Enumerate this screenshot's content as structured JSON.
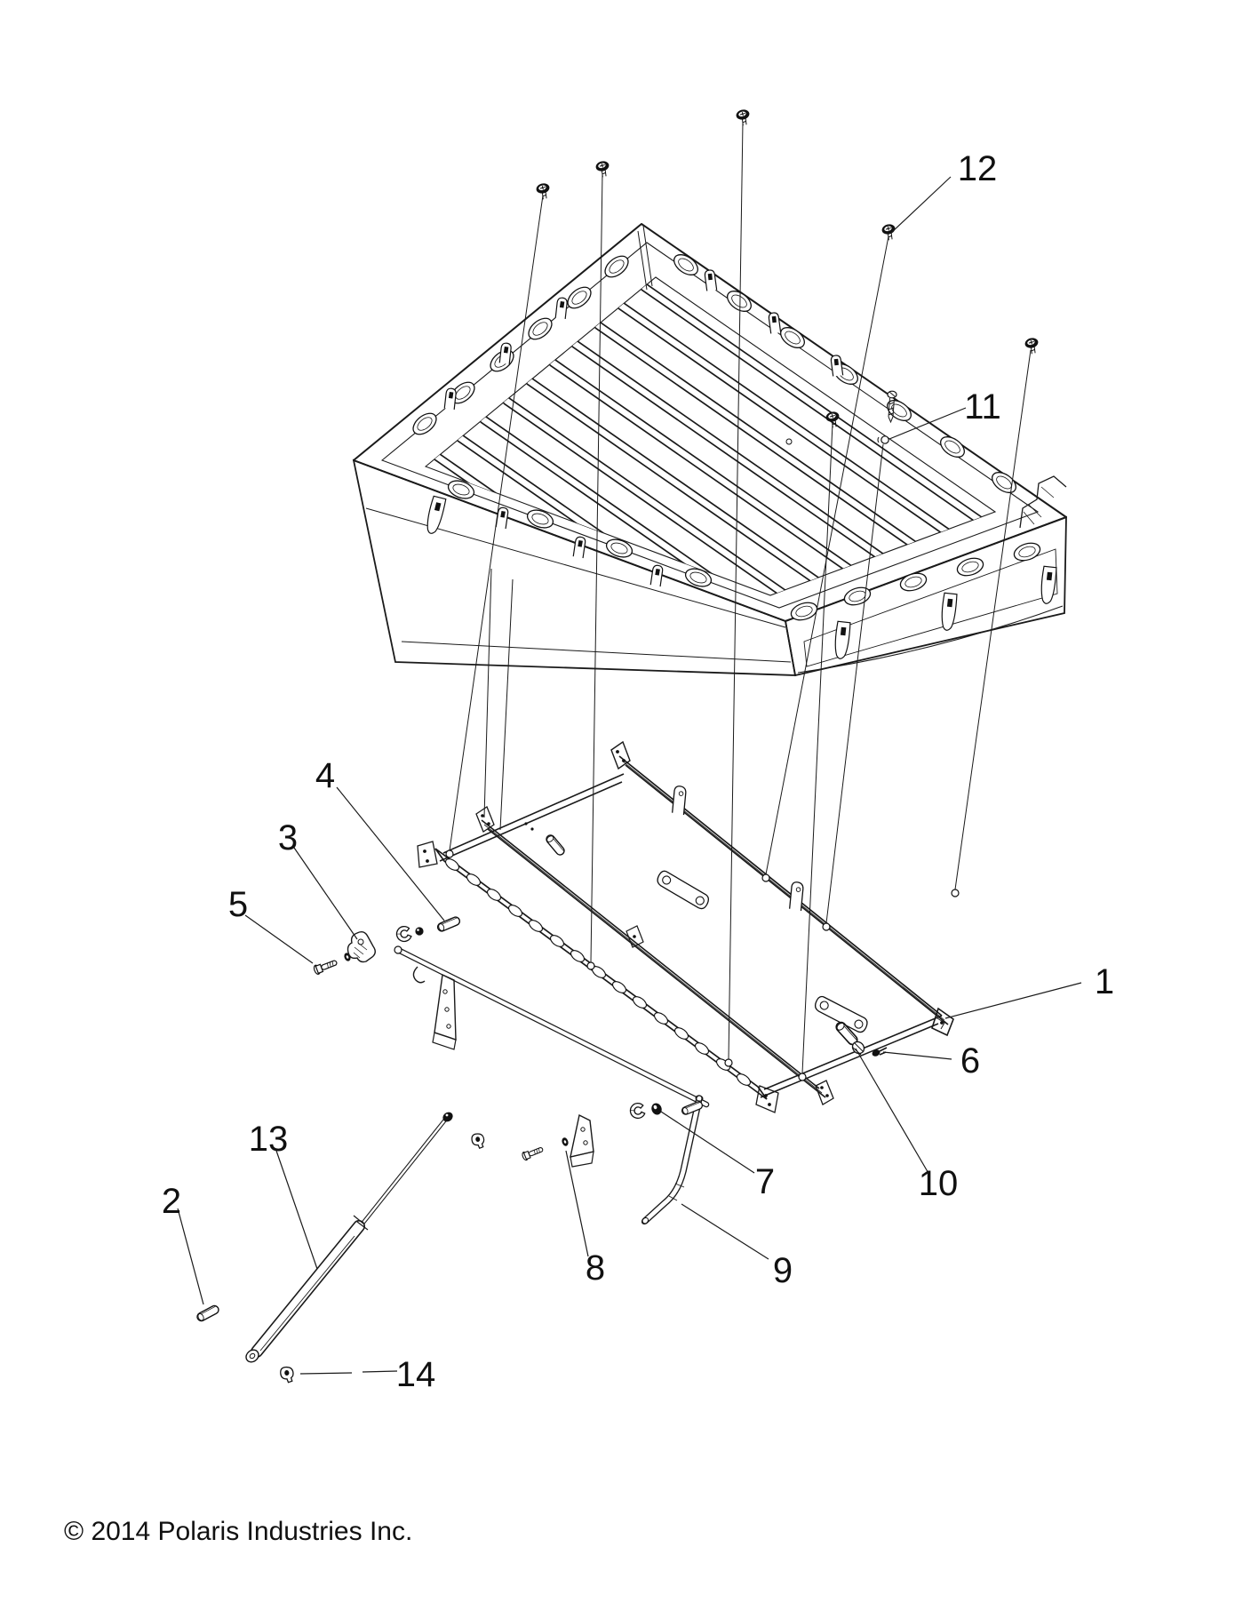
{
  "page": {
    "background": "#ffffff",
    "ink": "#1a1a1a"
  },
  "diagram": {
    "type": "exploded-parts-diagram",
    "copyright": "© 2014 Polaris Industries Inc.",
    "callouts": [
      {
        "label": "1",
        "part": "rear-support-rail"
      },
      {
        "label": "2",
        "part": "pivot-pin"
      },
      {
        "label": "3",
        "part": "latch-hook"
      },
      {
        "label": "4",
        "part": "clevis-pin"
      },
      {
        "label": "5",
        "part": "bolt"
      },
      {
        "label": "6",
        "part": "flange-bolt"
      },
      {
        "label": "7",
        "part": "nut"
      },
      {
        "label": "8",
        "part": "washer"
      },
      {
        "label": "9",
        "part": "bent-latch-rod"
      },
      {
        "label": "10",
        "part": "pin"
      },
      {
        "label": "11",
        "part": "tapping-screw-and-grommet"
      },
      {
        "label": "12",
        "part": "box-mounting-screw"
      },
      {
        "label": "13",
        "part": "gas-strut"
      },
      {
        "label": "14",
        "part": "retainer-clip"
      }
    ]
  }
}
